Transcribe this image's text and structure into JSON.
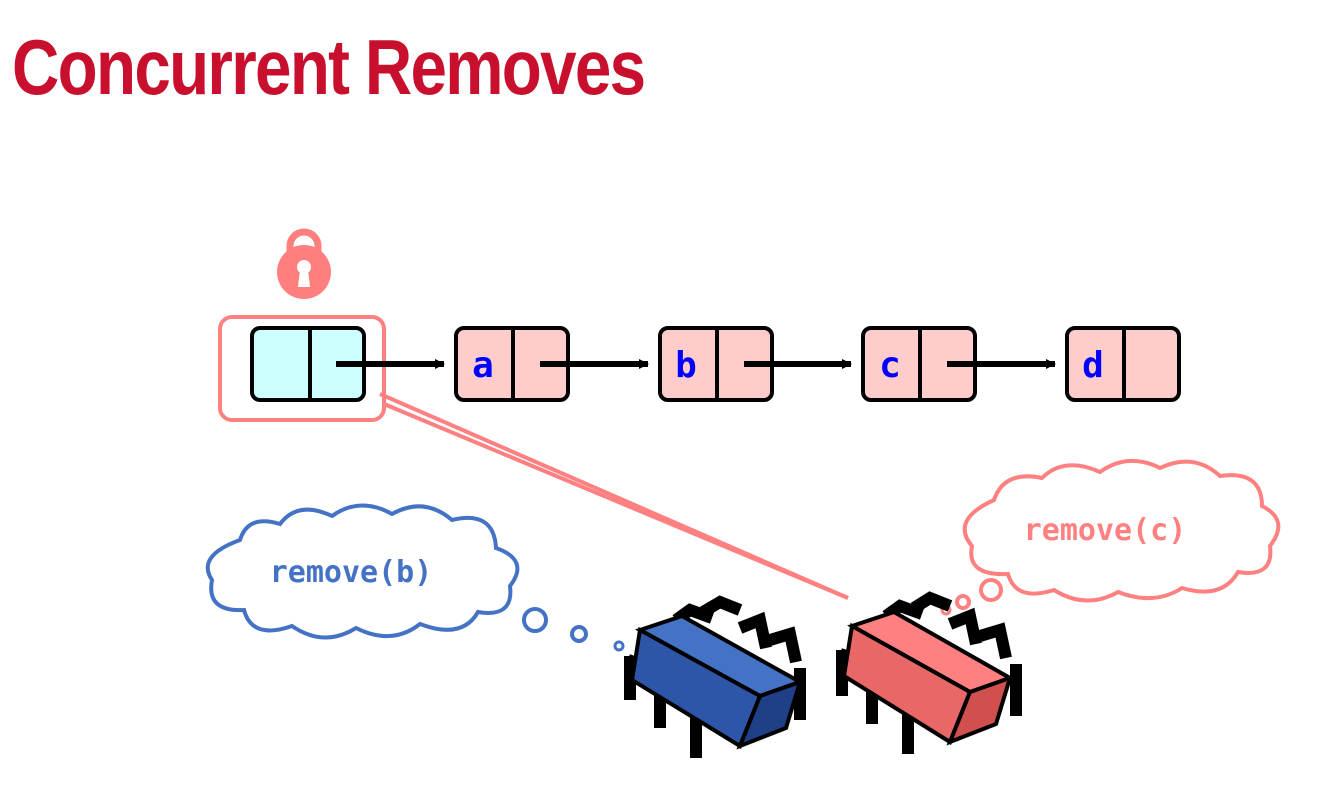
{
  "slide": {
    "title": "Concurrent Removes"
  },
  "list": {
    "head_locked": true,
    "nodes": [
      {
        "key": "a"
      },
      {
        "key": "b"
      },
      {
        "key": "c"
      },
      {
        "key": "d"
      }
    ]
  },
  "threads": [
    {
      "name": "blue-thread",
      "call": "remove(b)",
      "color": "#4472c4"
    },
    {
      "name": "red-thread",
      "call": "remove(c)",
      "color": "#ff8080"
    }
  ],
  "icons": [
    "padlock-icon",
    "processor-chip-icon",
    "thought-bubble"
  ],
  "colors": {
    "title": "#c8102e",
    "head_node": "#ccffff",
    "list_node": "#ffcccc",
    "key_text": "#0000ff",
    "lock": "#ff7f7f",
    "blue_thread": "#4472c4",
    "red_thread": "#ff8080"
  }
}
